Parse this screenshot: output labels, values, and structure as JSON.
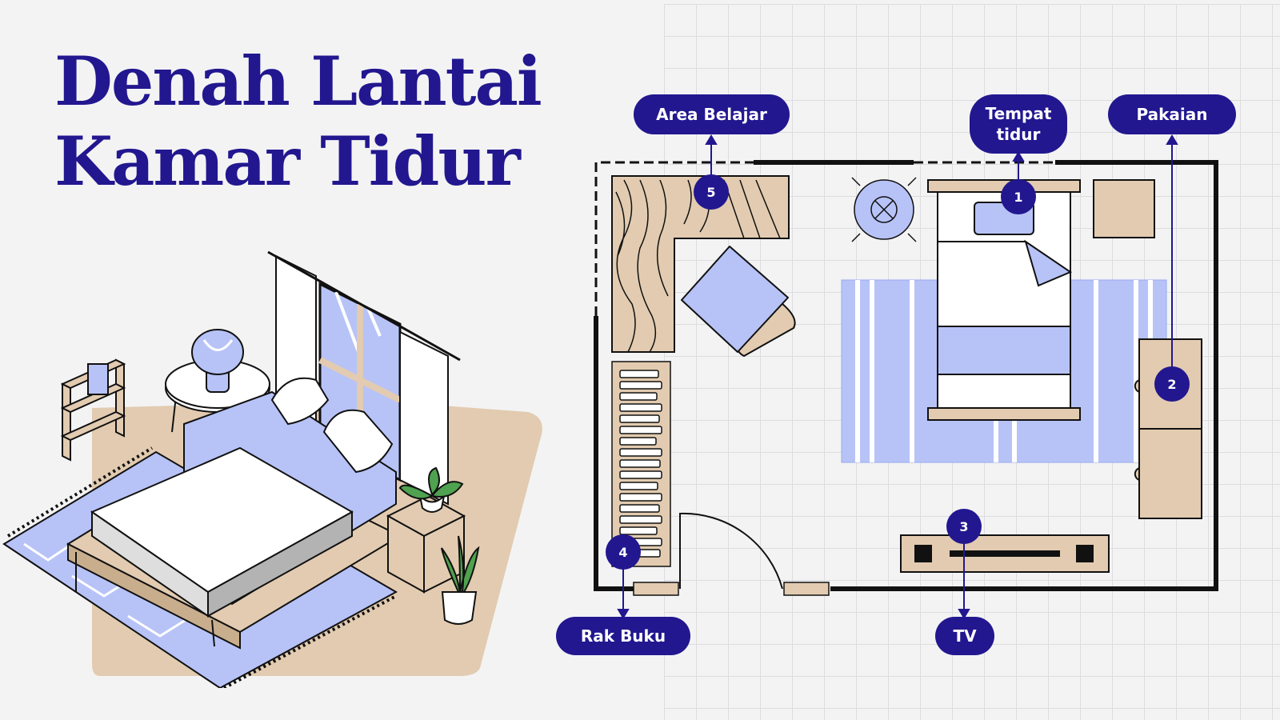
{
  "title": {
    "line1": "Denah Lantai",
    "line2": "Kamar Tidur"
  },
  "colors": {
    "navy": "#22178f",
    "periwinkle": "#b7c3f7",
    "tan": "#e2cbb0",
    "background": "#f3f3f4",
    "grid": "#dcdce0",
    "outline": "#111111"
  },
  "labels": {
    "study_area": "Area Belajar",
    "bed_line1": "Tempat",
    "bed_line2": "tidur",
    "clothes": "Pakaian",
    "bookshelf": "Rak Buku",
    "tv": "TV"
  },
  "markers": {
    "bed": "1",
    "clothes": "2",
    "tv": "3",
    "bookshelf": "4",
    "study_area": "5"
  }
}
